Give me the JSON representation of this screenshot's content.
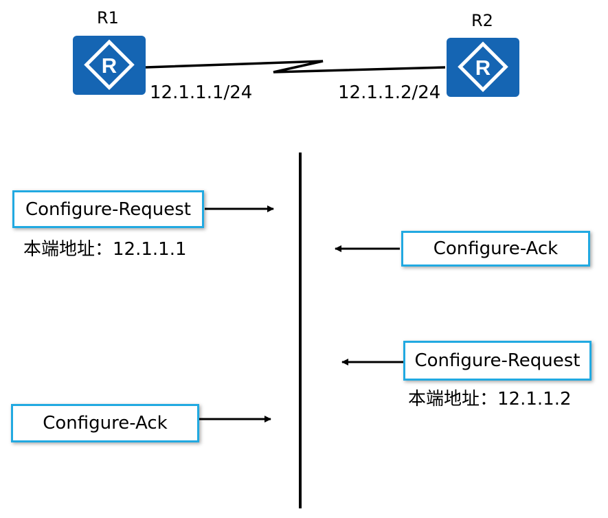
{
  "routers": {
    "r1": {
      "name": "R1",
      "ip": "12.1.1.1/24"
    },
    "r2": {
      "name": "R2",
      "ip": "12.1.1.2/24"
    }
  },
  "messages": {
    "r1_request": {
      "label": "Configure-Request",
      "note": "本端地址：12.1.1.1",
      "direction": "right"
    },
    "r2_ack": {
      "label": "Configure-Ack",
      "direction": "left"
    },
    "r2_request": {
      "label": "Configure-Request",
      "note": "本端地址：12.1.1.2",
      "direction": "left"
    },
    "r1_ack": {
      "label": "Configure-Ack",
      "direction": "right"
    }
  },
  "colors": {
    "router_fill": "#1565b3",
    "router_symbol": "#ffffff",
    "box_border": "#21a9e1",
    "line": "#000000"
  }
}
